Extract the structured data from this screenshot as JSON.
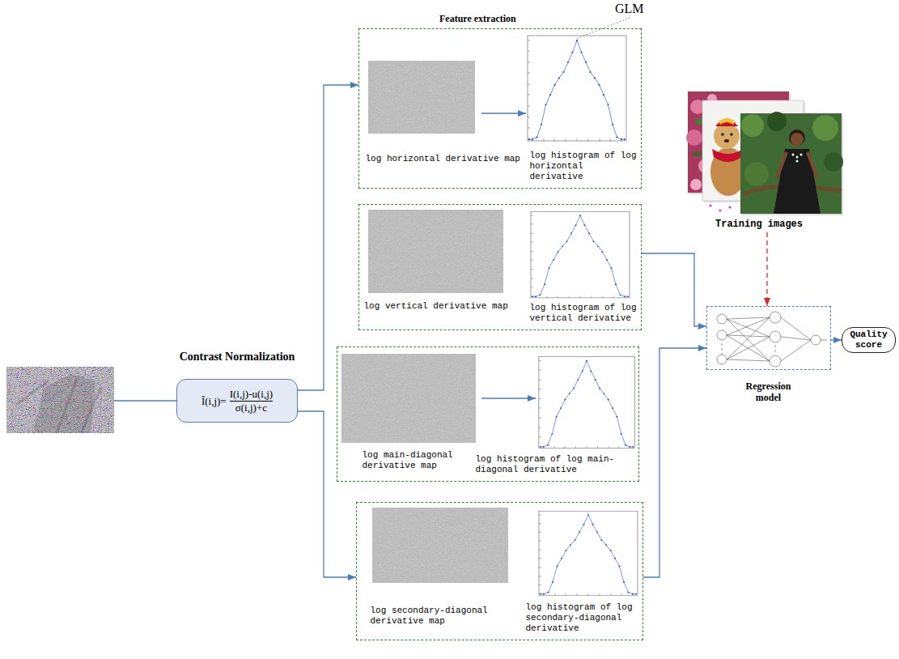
{
  "diagram": {
    "nodes": [
      {
        "text": [
          "Contrast Normalization",
          "Î(i,j)=",
          "I(i,j)-u(i,j)",
          "σ(i,j)+c"
        ]
      },
      {
        "text": [
          "log horizontal derivative map",
          "log histogram of log horizontal derivative"
        ]
      },
      {
        "text": [
          "log vertical derivative map",
          "log histogram of log vertical derivative"
        ]
      },
      {
        "text": [
          "log main-diagonal derivative map",
          "log histogram of log main-diagonal derivative"
        ]
      },
      {
        "text": [
          "log secondary-diagonal derivative map",
          "log histogram of log secondary-diagonal derivative"
        ]
      },
      {
        "text": [
          "Training images"
        ]
      },
      {
        "text": [
          "Regression model"
        ]
      },
      {
        "text": [
          "Quality score"
        ]
      }
    ],
    "edges": [
      {
        "from": 0,
        "to": 1,
        "arrow": "to"
      },
      {
        "from": 0,
        "to": 4,
        "arrow": "to"
      },
      {
        "from": 2,
        "to": 6,
        "arrow": "to"
      },
      {
        "from": 4,
        "to": 6,
        "arrow": "to"
      },
      {
        "from": 6,
        "to": 7,
        "arrow": "to"
      },
      {
        "from": 5,
        "to": 6,
        "arrow": "to"
      }
    ],
    "labels": [
      "GLM",
      "Feature extraction"
    ]
  }
}
